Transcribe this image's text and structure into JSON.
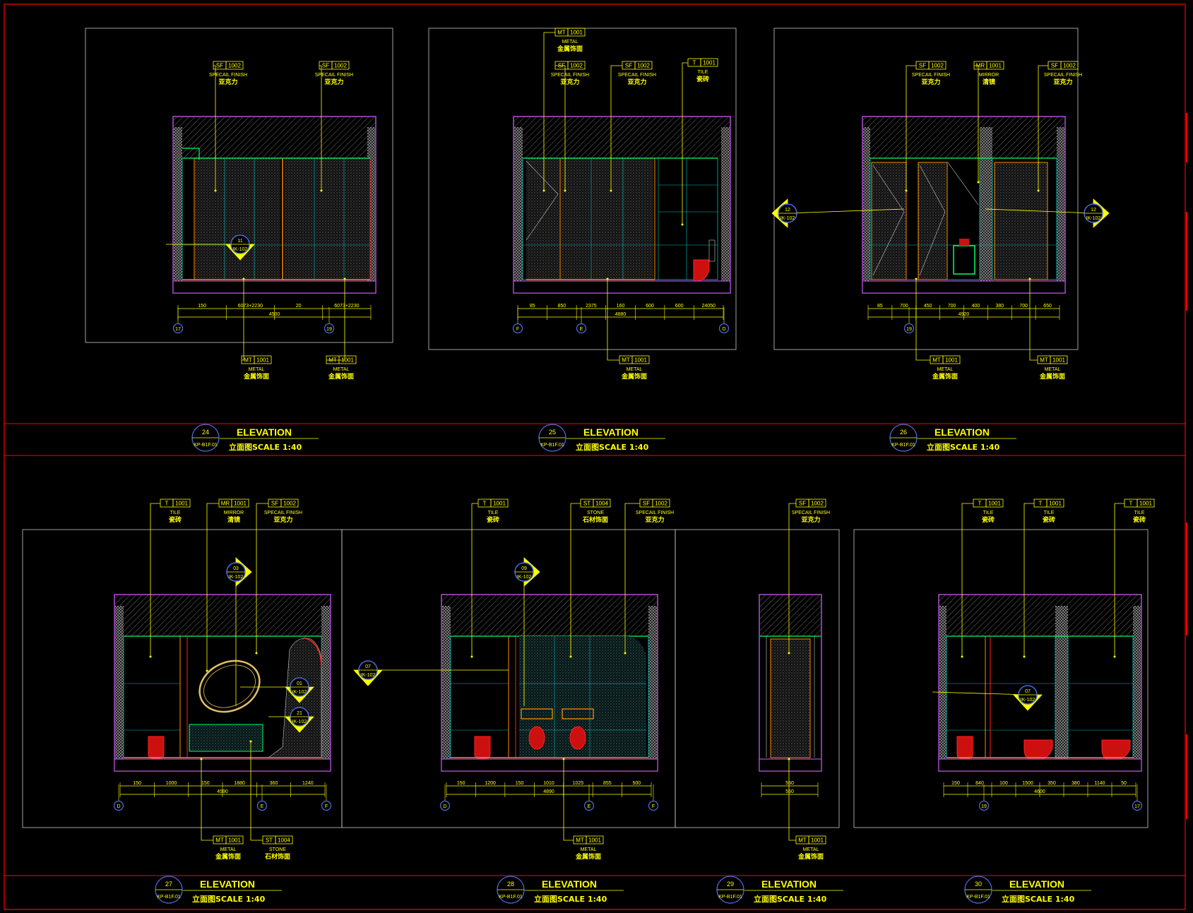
{
  "sheet": {
    "title_blocks": [
      {
        "num": "24",
        "ref": "KP-B1F.01",
        "title": "ELEVATION",
        "subtitle": "立面图SCALE  1:40"
      },
      {
        "num": "25",
        "ref": "KP-B1F.01",
        "title": "ELEVATION",
        "subtitle": "立面图SCALE  1:40"
      },
      {
        "num": "26",
        "ref": "KP-B1F.01",
        "title": "ELEVATION",
        "subtitle": "立面图SCALE  1:40"
      },
      {
        "num": "27",
        "ref": "KP-B1F.01",
        "title": "ELEVATION",
        "subtitle": "立面图SCALE  1:40"
      },
      {
        "num": "28",
        "ref": "KP-B1F.01",
        "title": "ELEVATION",
        "subtitle": "立面图SCALE  1:40"
      },
      {
        "num": "29",
        "ref": "KP-B1F.01",
        "title": "ELEVATION",
        "subtitle": "立面图SCALE  1:40"
      },
      {
        "num": "30",
        "ref": "KP-B1F.01",
        "title": "ELEVATION",
        "subtitle": "立面图SCALE  1:40"
      }
    ],
    "material_tags": {
      "sf": {
        "code": "SF",
        "num": "1002",
        "en": "SPECAIL FINISH",
        "cn": "亚克力"
      },
      "mt_top": {
        "code": "MT",
        "num": "1001",
        "en": "METAL",
        "cn": "金属饰面"
      },
      "t": {
        "code": "T",
        "num": "1001",
        "en": "TILE",
        "cn": "瓷砖"
      },
      "mr": {
        "code": "MR",
        "num": "1001",
        "en": "MIRROR",
        "cn": "清镜"
      },
      "st": {
        "code": "ST",
        "num": "1004",
        "en": "STONE",
        "cn": "石材饰面"
      },
      "st_b": {
        "code": "ST",
        "num": "1004",
        "en": "STONE",
        "cn": "石材饰面"
      }
    },
    "section_markers": [
      {
        "num": "11",
        "ref": "IK-102"
      },
      {
        "num": "12",
        "ref": "IK-102"
      },
      {
        "num": "12",
        "ref": "IK-102"
      },
      {
        "num": "03",
        "ref": "IK-102"
      },
      {
        "num": "01",
        "ref": "IK-102"
      },
      {
        "num": "21",
        "ref": "IK-102"
      },
      {
        "num": "09",
        "ref": "IK-102"
      },
      {
        "num": "07",
        "ref": "IK-102"
      },
      {
        "num": "07",
        "ref": "IK-102"
      }
    ],
    "grid_bubbles": {
      "e24": [
        "17",
        "19"
      ],
      "e25": [
        "F",
        "E",
        "D"
      ],
      "e26": [
        "19"
      ],
      "e27": [
        "D",
        "E",
        "F"
      ],
      "e28": [
        "D",
        "E",
        "F"
      ],
      "e30": [
        "19",
        "17"
      ]
    },
    "dimensions": {
      "e24": [
        "150",
        "6073+2230",
        "20",
        "6073+2230",
        "4500"
      ],
      "e25": [
        "85",
        "850",
        "2375",
        "160",
        "600",
        "600",
        "24050",
        "4880"
      ],
      "e26": [
        "85",
        "700",
        "450",
        "700",
        "400",
        "380",
        "700",
        "650",
        "4920"
      ],
      "e27": [
        "150",
        "1000",
        "150",
        "1880",
        "360",
        "1240",
        "4590"
      ],
      "e28": [
        "150",
        "1200",
        "150",
        "1010",
        "1025",
        "855",
        "500",
        "4890"
      ],
      "e29": [
        "550"
      ],
      "e30": [
        "150",
        "840",
        "100",
        "1500",
        "350",
        "380",
        "1140",
        "50",
        "4600"
      ]
    },
    "colors": {
      "background": "#000000",
      "border": "#ff0000",
      "text": "#ffff00",
      "frame": "#b04fd6",
      "green": "#00ff66",
      "cyan": "#00bfbf",
      "orange": "#ff8c00",
      "red": "#ff2020",
      "white": "#d0d0d0"
    }
  }
}
